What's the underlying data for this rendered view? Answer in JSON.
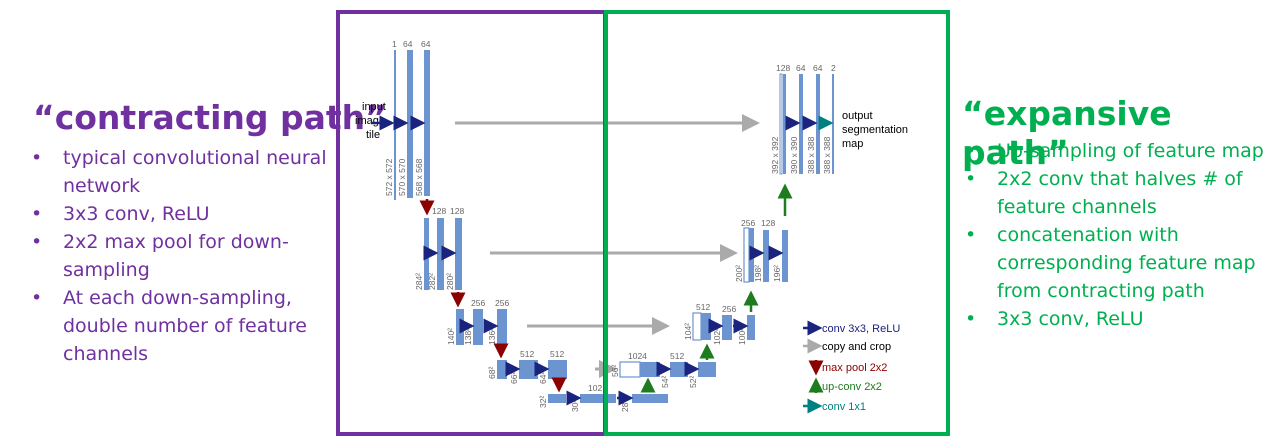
{
  "contracting": {
    "title": "“contracting path”",
    "bullets": [
      "typical convolutional neural network",
      "3x3 conv, ReLU",
      "2x2 max pool for down-sampling",
      "At each down-sampling, double number of feature channels"
    ]
  },
  "expansive": {
    "title": "“expansive path”",
    "bullets": [
      "Up-sampling of feature map",
      "2x2 conv that halves # of feature channels",
      "concatenation with corresponding feature map from contracting path",
      "3x3 conv, ReLU"
    ]
  },
  "diagram": {
    "input_label": [
      "input",
      "image",
      "tile"
    ],
    "output_label": [
      "output",
      "segmentation",
      "map"
    ],
    "level1": {
      "channels": [
        "1",
        "64",
        "64"
      ],
      "sizes": [
        "572 x 572",
        "570 x 570",
        "568 x 568"
      ]
    },
    "level2": {
      "channels": [
        "128",
        "128"
      ],
      "sizes": [
        "284²",
        "282²",
        "280²"
      ]
    },
    "level3": {
      "channels": [
        "256",
        "256"
      ],
      "sizes": [
        "140²",
        "138²",
        "136²"
      ]
    },
    "level4": {
      "channels": [
        "512",
        "512"
      ],
      "sizes": [
        "68²",
        "66²",
        "64²"
      ]
    },
    "level5": {
      "channels": [
        "102"
      ],
      "sizes": [
        "32²",
        "30²",
        "28²"
      ]
    },
    "up4": {
      "channels": [
        "1024",
        "512"
      ],
      "sizes": [
        "56²",
        "54²",
        "52²"
      ]
    },
    "up3": {
      "channels": [
        "512",
        "256"
      ],
      "sizes": [
        "104²",
        "102²",
        "100²"
      ]
    },
    "up2": {
      "channels": [
        "256",
        "128"
      ],
      "sizes": [
        "200²",
        "198²",
        "196²"
      ]
    },
    "up1": {
      "channels": [
        "128",
        "64",
        "64",
        "2"
      ],
      "sizes": [
        "392 x 392",
        "390 x 390",
        "388 x 388",
        "388 x 388"
      ]
    },
    "legend": [
      {
        "label": "conv 3x3, ReLU",
        "color": "#1a237e"
      },
      {
        "label": "copy and crop",
        "color": "#aaaaaa"
      },
      {
        "label": "max pool 2x2",
        "color": "#8b0000"
      },
      {
        "label": "up-conv 2x2",
        "color": "#1e7b1e"
      },
      {
        "label": "conv 1x1",
        "color": "#008080"
      }
    ]
  },
  "colors": {
    "contracting": "#7030a0",
    "expansive": "#00b050",
    "feature_map": "#6c94d0"
  }
}
